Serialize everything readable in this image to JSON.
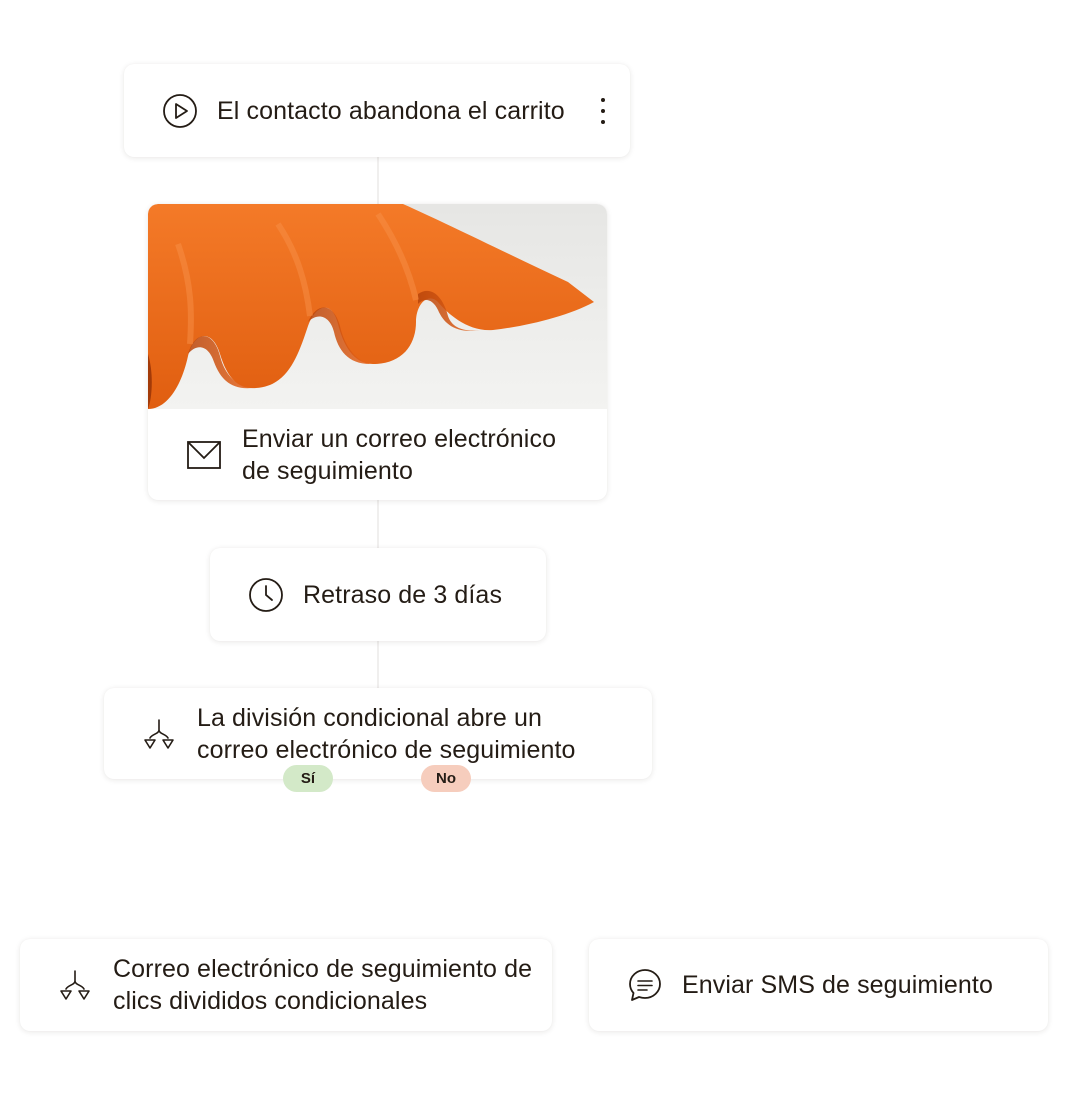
{
  "trigger": {
    "label": "El contacto abandona el carrito",
    "icon": "play-circle-icon",
    "menu_icon": "kebab-menu-icon"
  },
  "email_step": {
    "label": "Enviar un correo electrónico de seguimiento",
    "icon": "envelope-icon",
    "image": "orange-fabric-photo"
  },
  "delay_step": {
    "label": "Retraso de 3 días",
    "icon": "clock-icon"
  },
  "condition_step": {
    "label": "La división condicional abre un correo electrónico de seguimiento",
    "icon": "split-icon",
    "yes_label": "Sí",
    "no_label": "No",
    "yes_color": "#d3e9c8",
    "no_color": "#f6cdbd"
  },
  "branch_yes": {
    "label": "Correo electrónico de seguimiento de clics divididos condicionales",
    "icon": "split-icon"
  },
  "branch_no": {
    "label": "Enviar SMS de seguimiento",
    "icon": "chat-bubble-icon"
  },
  "colors": {
    "text": "#241c15",
    "accent_orange": "#f06a1a"
  }
}
